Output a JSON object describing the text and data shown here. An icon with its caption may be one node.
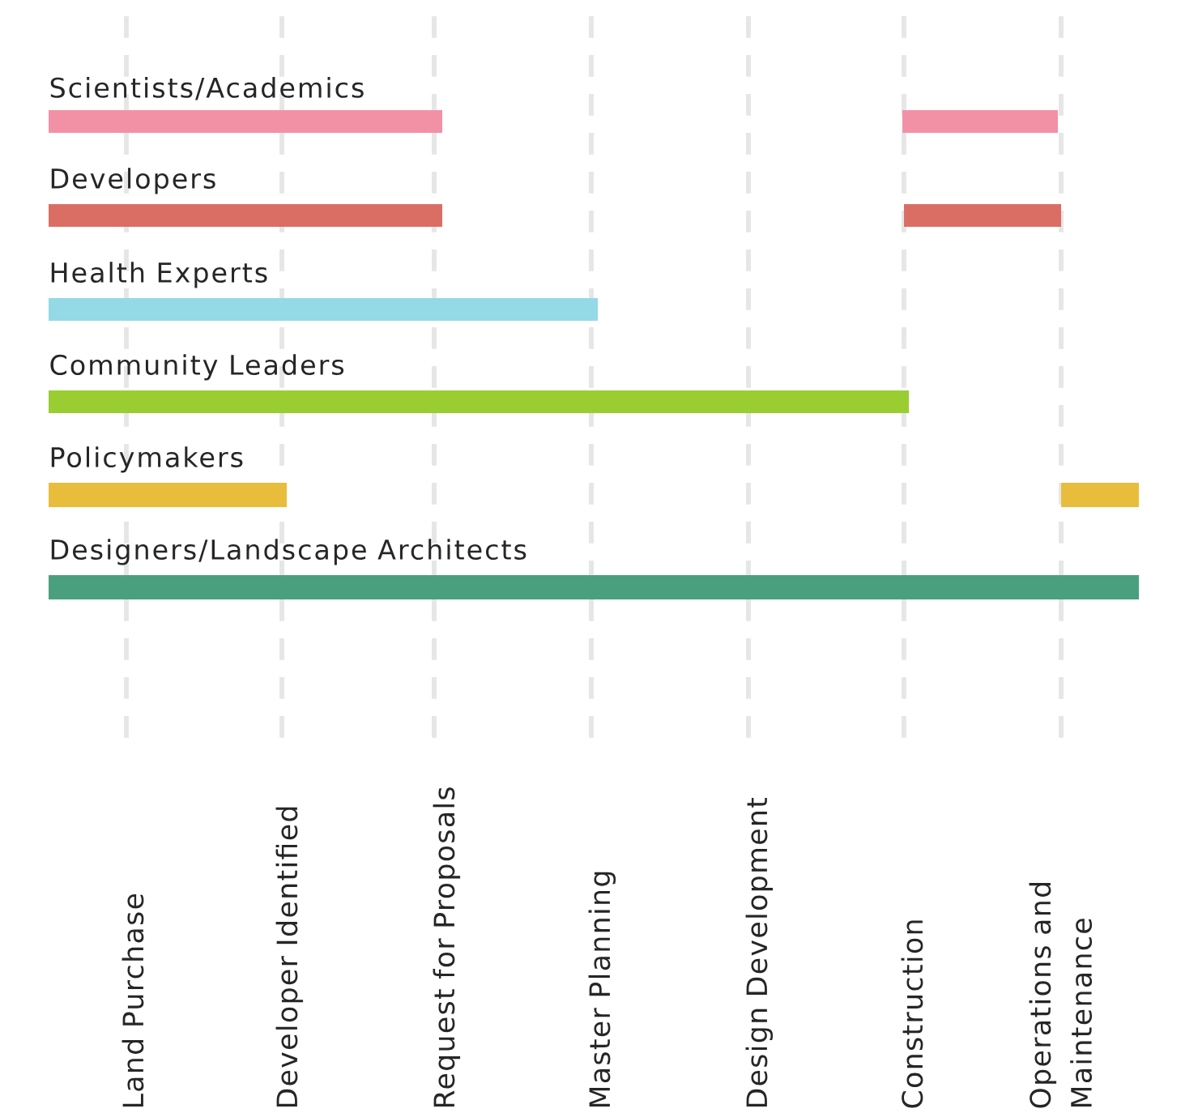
{
  "diagram": {
    "nodes": [
      {
        "text": [
          "Scientists/Academics"
        ]
      },
      {
        "text": [],
        "shape": "bar"
      },
      {
        "text": [
          "Developers"
        ]
      },
      {
        "text": [],
        "shape": "bar"
      },
      {
        "text": [
          "Health Experts"
        ]
      },
      {
        "text": [
          "Community Leaders"
        ]
      },
      {
        "text": [
          "Policymakers"
        ]
      },
      {
        "text": [],
        "shape": "bar"
      },
      {
        "text": [
          "Designers/Landscape Architects"
        ]
      }
    ],
    "labels": [
      "Land Purchase",
      "Developer Identified",
      "Request for Proposals",
      "Master Planning",
      "Design Development",
      "Construction",
      "Operations and Maintenance"
    ]
  }
}
